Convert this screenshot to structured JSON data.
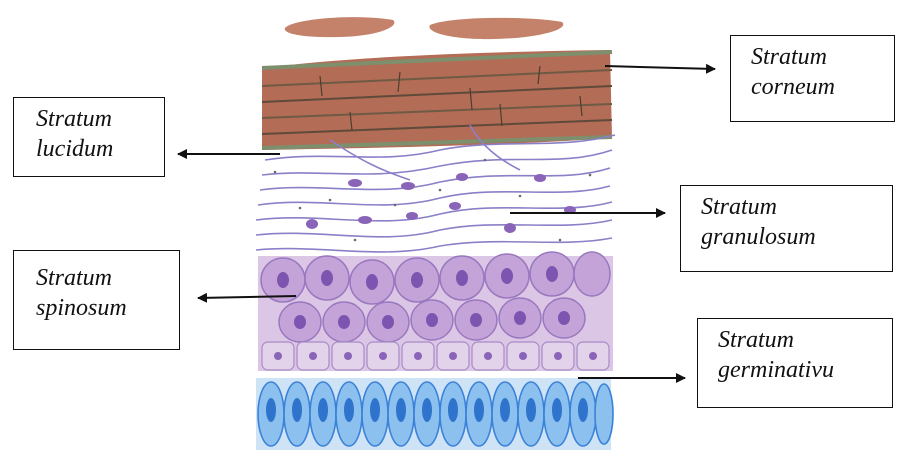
{
  "labels": {
    "corneum": [
      "Stratum",
      "corneum"
    ],
    "lucidum": [
      "Stratum",
      "lucidum"
    ],
    "granulosum": [
      "Stratum",
      "granulosum"
    ],
    "spinosum": [
      "Stratum",
      "spinosum"
    ],
    "germinativum": [
      "Stratum",
      "germinativu"
    ]
  },
  "colors": {
    "corneum": "#b6705a",
    "corneum_line": "#7e8f6e",
    "lucidum_line": "#8a80c8",
    "nucleus_purple": "#8a64b8",
    "spinosum_cell": "#c8a8da",
    "germinativum_cell": "#6aa8e6",
    "germinativum_nucleus": "#3a82d8",
    "arrow": "#111111"
  }
}
